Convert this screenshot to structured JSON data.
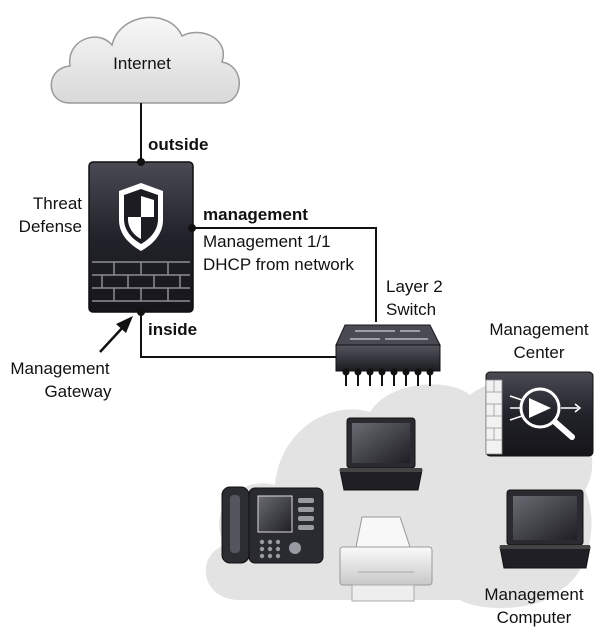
{
  "cloud_top": {
    "label": "Internet"
  },
  "links": {
    "outside": "outside",
    "management": "management",
    "inside": "inside"
  },
  "threat_defense": {
    "line1": "Threat",
    "line2": "Defense"
  },
  "management_port": {
    "line1": "Management 1/1",
    "line2": "DHCP from network"
  },
  "switch": {
    "line1": "Layer 2",
    "line2": "Switch"
  },
  "management_center": {
    "line1": "Management",
    "line2": "Center"
  },
  "management_gateway": {
    "line1": "Management",
    "line2": "Gateway"
  },
  "management_computer": {
    "line1": "Management",
    "line2": "Computer"
  },
  "colors": {
    "cloud": "#e6e6e6",
    "device_dark": "#1f1f26",
    "device_mid": "#3a3a44",
    "line": "#111111"
  }
}
